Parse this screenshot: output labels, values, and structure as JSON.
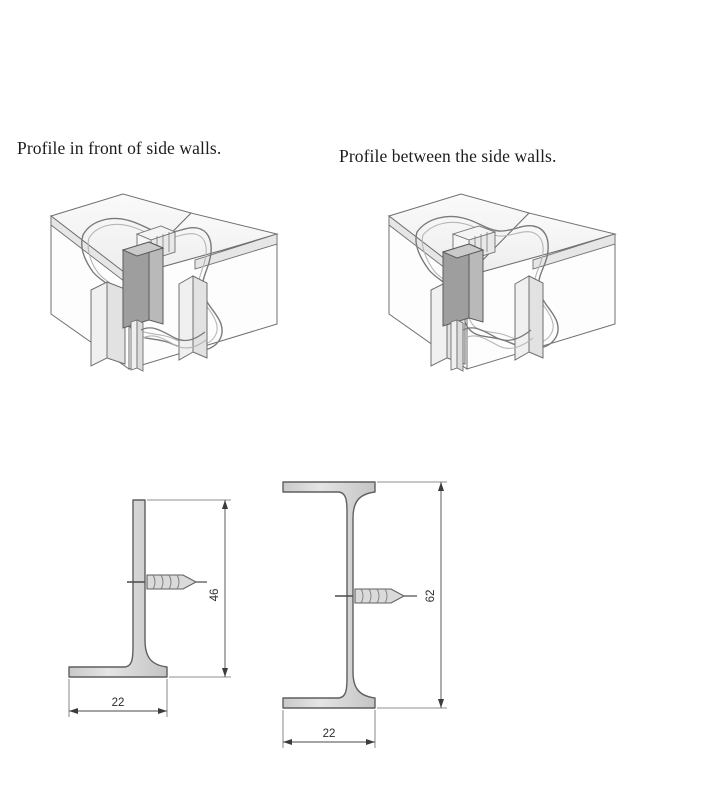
{
  "page": {
    "title": "Profile mounting detail drawing",
    "background_color": "#ffffff"
  },
  "captions": {
    "left": "Profile in front of side walls.",
    "right": "Profile between the side walls."
  },
  "isometric_views": [
    {
      "id": "iso-left",
      "name": "profile-in-front-of-side-walls",
      "description": "Isometric cutaway of wall with angle profile mounted in front of side walls",
      "components": [
        "wall-block",
        "broken-out-section",
        "angle-profile",
        "side-wall"
      ]
    },
    {
      "id": "iso-right",
      "name": "profile-between-side-walls",
      "description": "Isometric cutaway of wall with channel profile mounted between the side walls",
      "components": [
        "wall-block",
        "broken-out-section",
        "channel-profile",
        "side-wall"
      ]
    }
  ],
  "profiles": [
    {
      "id": "profile-left",
      "name": "angle-profile-section",
      "shape": "L",
      "dimensions": {
        "height_label": "46",
        "width_label": "22"
      },
      "fastener": "wall-anchor-plug"
    },
    {
      "id": "profile-right",
      "name": "channel-profile-section",
      "shape": "C",
      "dimensions": {
        "height_label": "62",
        "width_label": "22"
      },
      "fastener": "wall-anchor-plug"
    }
  ],
  "colors": {
    "line": "#6f6f6f",
    "line_dark": "#4a4a4a",
    "fill_light": "#f2f2f2",
    "fill_mid": "#dcdcdc",
    "fill_profile": "#d0d0d0",
    "fill_shade": "#9a9a9a",
    "text": "#1c1c1c",
    "dimension": "#2b2b2b"
  }
}
